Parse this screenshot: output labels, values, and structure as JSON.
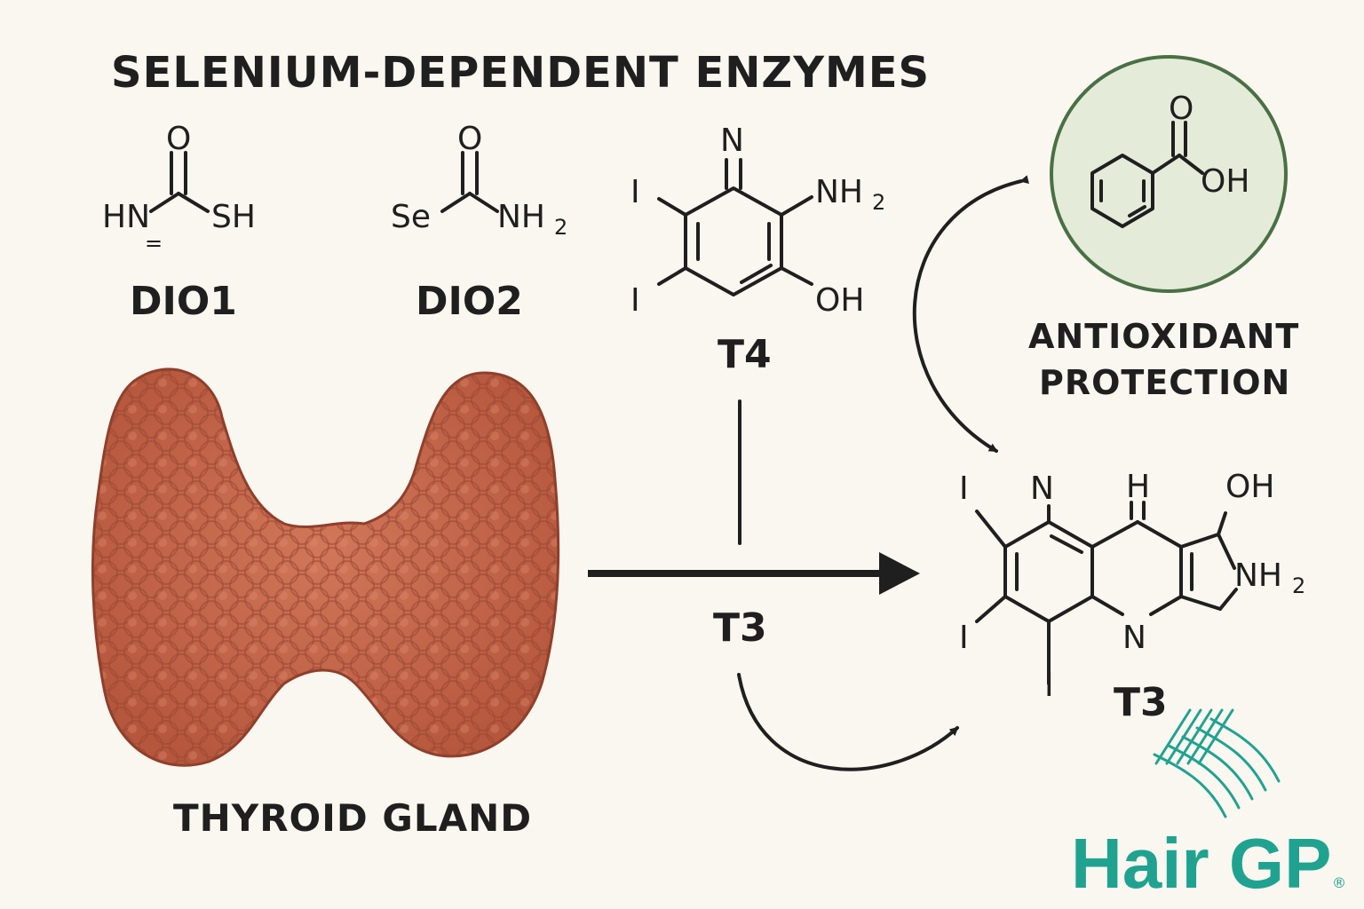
{
  "title": "SELENIUM-DEPENDENT ENZYMES",
  "enzymes": [
    {
      "name": "DIO1",
      "atoms": [
        "O",
        "HN",
        "SH",
        "="
      ]
    },
    {
      "name": "DIO2",
      "atoms": [
        "O",
        "Se",
        "NH",
        "2"
      ]
    }
  ],
  "t4": {
    "name": "T4",
    "atoms": [
      "N",
      "NH",
      "2",
      "I",
      "I",
      "OH"
    ]
  },
  "antioxidant": {
    "line1": "ANTIOXIDANT",
    "line2": "PROTECTION",
    "atoms": [
      "O",
      "OH"
    ]
  },
  "flow": {
    "arrow_label": "T3"
  },
  "t3": {
    "name": "T3",
    "atoms": [
      "I",
      "N",
      "H",
      "OH",
      "NH",
      "2",
      "I",
      "N",
      "I"
    ]
  },
  "thyroid": {
    "label": "THYROID GLAND"
  },
  "brand": {
    "name": "Hair GP",
    "mark": "®"
  },
  "colors": {
    "background": "#faf7f0",
    "ink": "#1f1f1f",
    "gland": "#c9674a",
    "brand_teal": "#1fa390",
    "circle_fill": "#e4ecd9",
    "circle_stroke": "#4a7045"
  }
}
